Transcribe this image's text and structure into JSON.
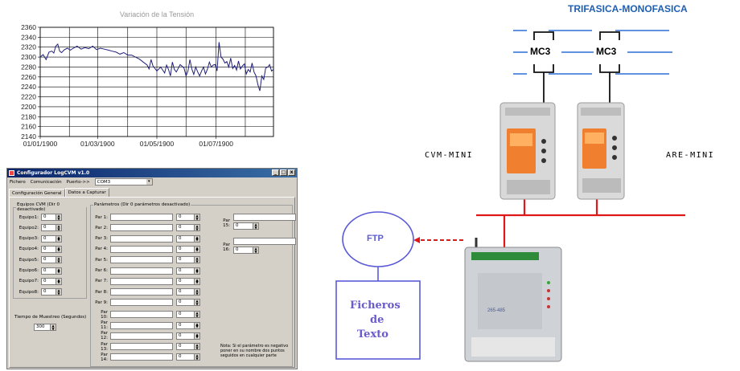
{
  "chart_data": {
    "type": "line",
    "title": "Variación de la Tensión",
    "xlabel": "",
    "ylabel": "",
    "x_ticks": [
      "01/01/1900",
      "01/03/1900",
      "01/05/1900",
      "01/07/1900"
    ],
    "y_ticks": [
      "2360",
      "2340",
      "2320",
      "2300",
      "2280",
      "2260",
      "2240",
      "2220",
      "2200",
      "2180",
      "2160",
      "2140"
    ],
    "ylim": [
      2140,
      2360
    ],
    "xlim": [
      0,
      240
    ],
    "grid": true,
    "series": [
      {
        "color": "#1f1f7a",
        "x": [
          0,
          3,
          6,
          9,
          12,
          14,
          16,
          18,
          20,
          22,
          25,
          28,
          31,
          34,
          38,
          42,
          46,
          50,
          54,
          58,
          62,
          66,
          70,
          74,
          78,
          82,
          86,
          90,
          94,
          98,
          102,
          106,
          110,
          112,
          114,
          116,
          120,
          124,
          128,
          130,
          132,
          134,
          136,
          138,
          140,
          144,
          148,
          150,
          152,
          154,
          156,
          158,
          160,
          162,
          164,
          166,
          168,
          170,
          172,
          174,
          176,
          178,
          180,
          182,
          184,
          186,
          188,
          190,
          192,
          194,
          196,
          198,
          200,
          202,
          204,
          206,
          208,
          210,
          212,
          214,
          216,
          218,
          220,
          222,
          224,
          226,
          228,
          230,
          232,
          234,
          236,
          238,
          240
        ],
        "y": [
          2300,
          2305,
          2295,
          2310,
          2312,
          2308,
          2322,
          2326,
          2312,
          2309,
          2315,
          2318,
          2314,
          2318,
          2322,
          2316,
          2319,
          2317,
          2322,
          2315,
          2318,
          2316,
          2314,
          2312,
          2310,
          2306,
          2309,
          2304,
          2304,
          2300,
          2296,
          2290,
          2284,
          2276,
          2295,
          2282,
          2272,
          2280,
          2268,
          2284,
          2275,
          2262,
          2290,
          2275,
          2270,
          2285,
          2278,
          2262,
          2272,
          2295,
          2276,
          2265,
          2280,
          2270,
          2262,
          2272,
          2280,
          2266,
          2275,
          2290,
          2280,
          2284,
          2285,
          2272,
          2330,
          2300,
          2296,
          2288,
          2291,
          2280,
          2298,
          2277,
          2283,
          2274,
          2292,
          2276,
          2282,
          2286,
          2266,
          2275,
          2270,
          2288,
          2270,
          2262,
          2244,
          2232,
          2262,
          2255,
          2278,
          2280,
          2285,
          2272,
          2275
        ]
      }
    ]
  },
  "app": {
    "title": "Configurador LogCVM v1.0",
    "menu": [
      "Fichero",
      "Comunicación",
      "Puerto->>"
    ],
    "port_value": "COM3",
    "tabs": [
      "Configuración General",
      "Datos a Capturar"
    ],
    "equipos_legend": "Equipos CVM (Dir 0 desactivado)",
    "equipos": [
      {
        "label": "Equipo1:",
        "value": "0"
      },
      {
        "label": "Equipo2:",
        "value": "0"
      },
      {
        "label": "Equipo3:",
        "value": "0"
      },
      {
        "label": "Equipo4:",
        "value": "0"
      },
      {
        "label": "Equipo5:",
        "value": "0"
      },
      {
        "label": "Equipo6:",
        "value": "0"
      },
      {
        "label": "Equipo7:",
        "value": "0"
      },
      {
        "label": "Equipo8:",
        "value": "0"
      }
    ],
    "sampling_label": "Tiempo de Muestreo (Segundos)",
    "sampling_value": "300",
    "params_legend": "Parámetros (Dir 0 parámetros desactivado)",
    "params": [
      {
        "label": "Par 1:",
        "value": "0"
      },
      {
        "label": "Par 2:",
        "value": "0"
      },
      {
        "label": "Par 3:",
        "value": "0"
      },
      {
        "label": "Par 4:",
        "value": "0"
      },
      {
        "label": "Par 5:",
        "value": "0"
      },
      {
        "label": "Par 6:",
        "value": "0"
      },
      {
        "label": "Par 7:",
        "value": "0"
      },
      {
        "label": "Par 8:",
        "value": "0"
      },
      {
        "label": "Par 9:",
        "value": "0"
      },
      {
        "label": "Par 10:",
        "value": "0"
      },
      {
        "label": "Par 11:",
        "value": "0"
      },
      {
        "label": "Par 12:",
        "value": "0"
      },
      {
        "label": "Par 13:",
        "value": "0"
      },
      {
        "label": "Par 14:",
        "value": "0"
      }
    ],
    "params_right": [
      {
        "label": "Par 15:",
        "value": "0"
      },
      {
        "label": "Par 16:",
        "value": "0"
      }
    ],
    "note": "Nota: Si el parámetro es negativo poner en su nombre dos puntos seguidos en cualquier parte"
  },
  "diagram": {
    "title": "TRIFASICA-MONOFASICA",
    "breaker_left": "MC3",
    "breaker_right": "MC3",
    "device_left_label": "CVM-MINI",
    "device_right_label": "ARE-MINI",
    "ftp_label": "FTP",
    "files_label_1": "Ficheros",
    "files_label_2": "de",
    "files_label_3": "Texto",
    "gateway_label": "265-485",
    "colors": {
      "title": "#1f5fb0",
      "bus": "#e01818",
      "ftp": "#5a5ad8",
      "files_text": "#6a5acd",
      "phase_line": "#2c6fd6"
    }
  }
}
